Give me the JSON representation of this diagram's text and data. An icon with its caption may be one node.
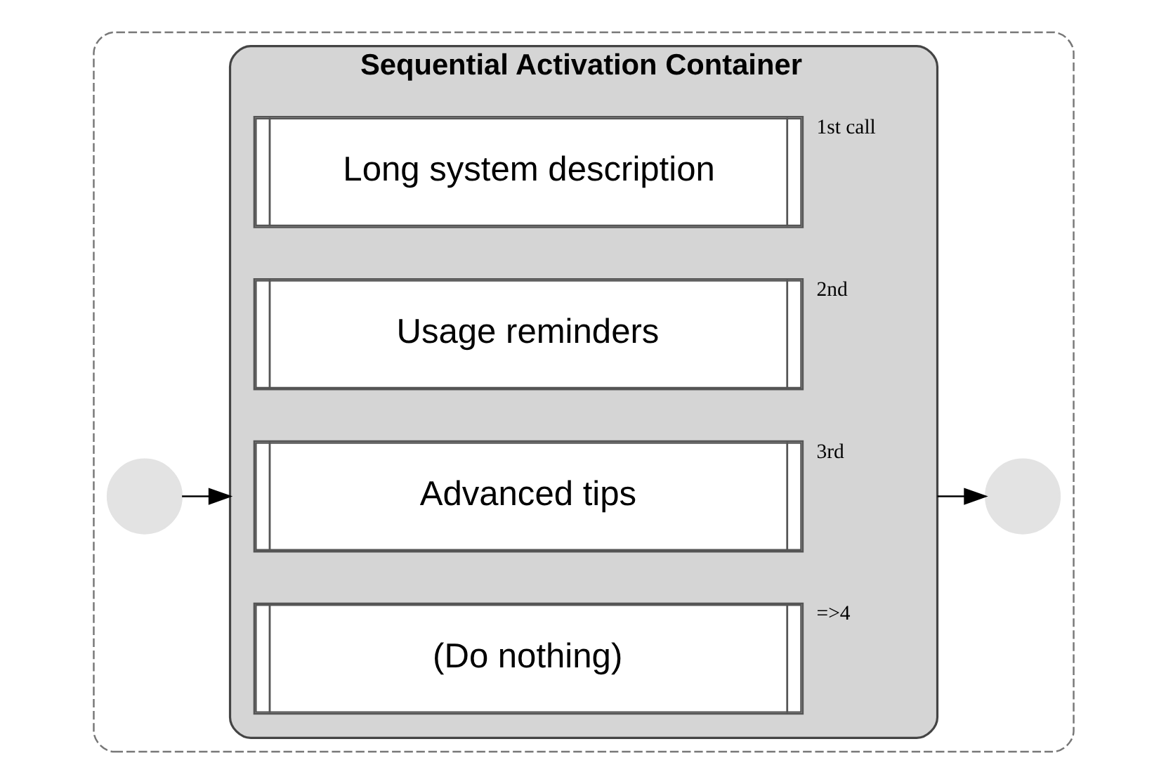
{
  "diagram": {
    "nodes": [
      {
        "text": [],
        "shape": "box"
      },
      {
        "text": [],
        "shape": "circle",
        "in": 0
      },
      {
        "text": [
          "Sequential Activation Container"
        ],
        "in": 0
      },
      {
        "text": [
          "Long system description"
        ],
        "in": 2,
        "beside": [
          "1st call"
        ]
      },
      {
        "text": [
          "Usage reminders"
        ],
        "in": 2,
        "beside": [
          "2nd"
        ]
      },
      {
        "text": [
          "Advanced tips"
        ],
        "in": 2,
        "beside": [
          "3rd"
        ]
      },
      {
        "text": [
          "(Do nothing)"
        ],
        "in": 2,
        "beside": [
          "=>4"
        ]
      },
      {
        "text": [],
        "shape": "circle",
        "in": 0
      }
    ],
    "edges": [
      {
        "from": 1,
        "to": 2,
        "arrow": "to"
      },
      {
        "from": 2,
        "to": 7,
        "arrow": "to"
      }
    ]
  }
}
